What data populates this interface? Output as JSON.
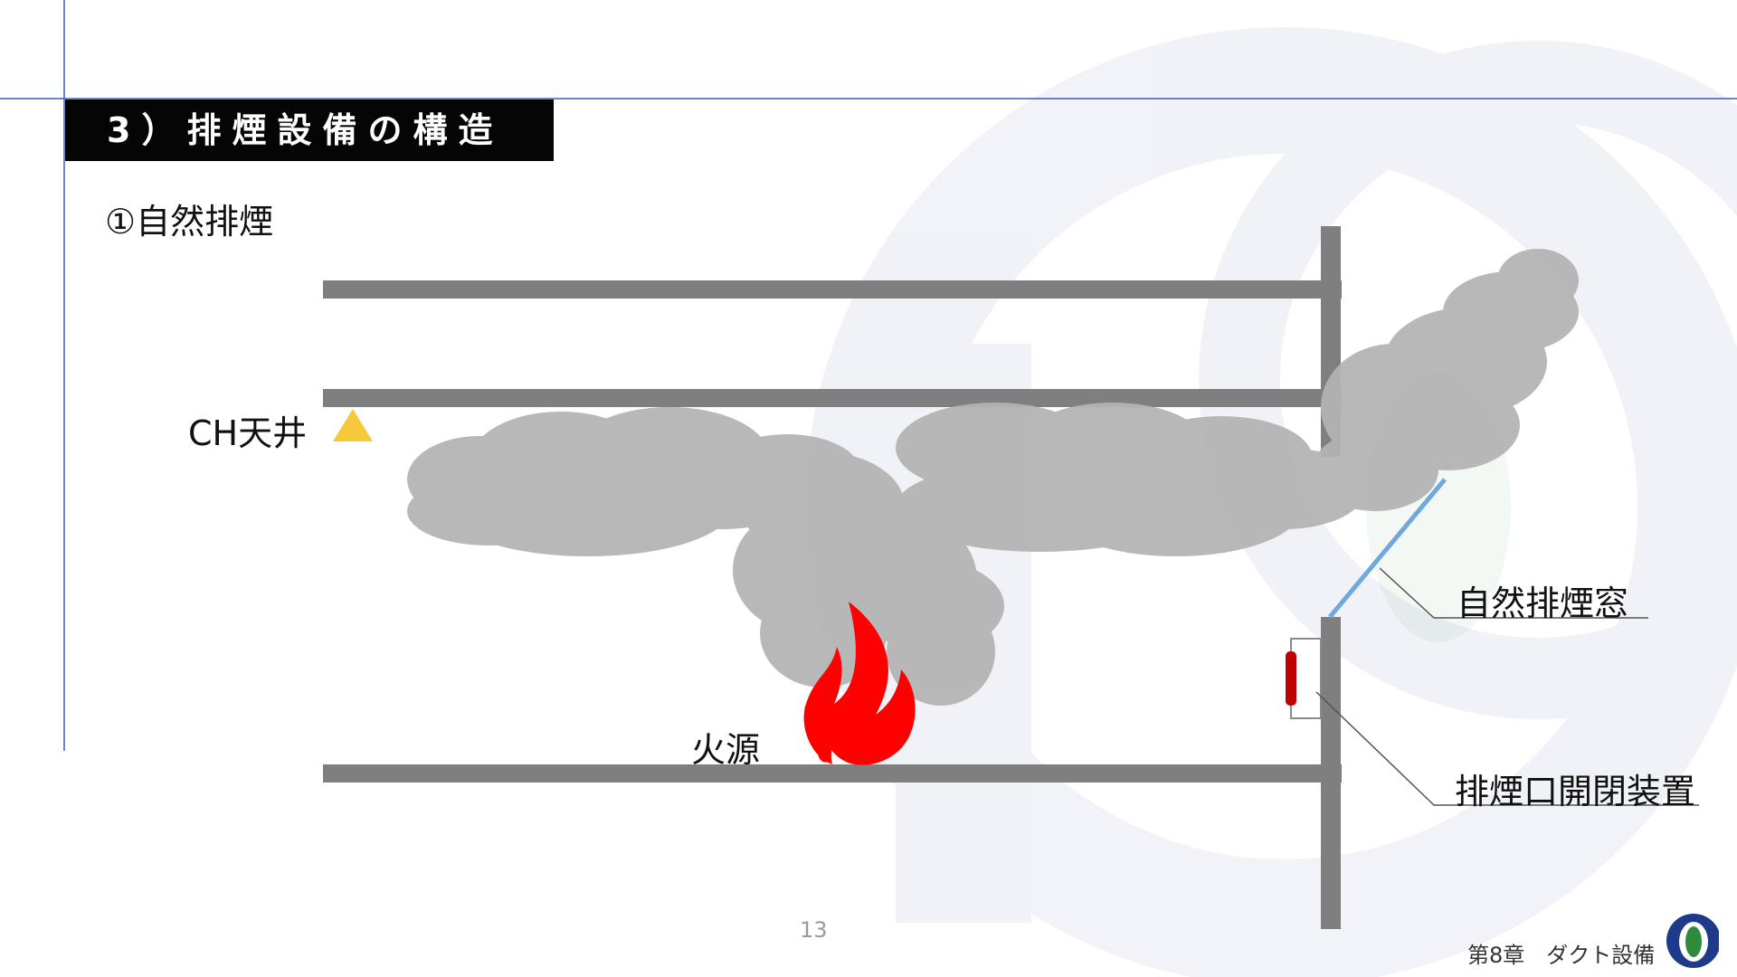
{
  "slide": {
    "section_title": "3）排煙設備の構造",
    "subtitle": "①自然排煙",
    "page_number": "13",
    "footer_text": "第8章　ダクト設備"
  },
  "diagram": {
    "ceiling_label": "CH天井",
    "fire_label": "火源",
    "window_label": "自然排煙窓",
    "device_label": "排煙口開閉装置"
  },
  "colors": {
    "wall": "#7f7f7f",
    "smoke": "#b4b4b4",
    "fire": "#ff0000",
    "marker": "#f5c93a",
    "window": "#6fa8dc",
    "device": "#c00000",
    "title_bg": "#050505"
  },
  "icons": [
    "triangle-marker-icon",
    "fire-icon",
    "logo-icon"
  ]
}
